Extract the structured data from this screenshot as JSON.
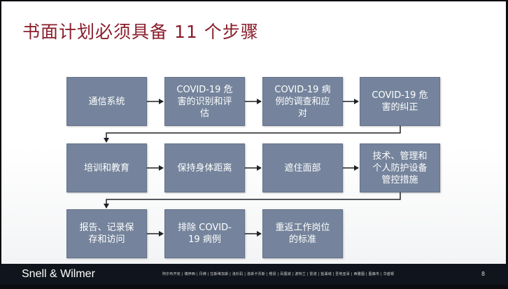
{
  "slide": {
    "title": "书面计划必须具备 11 个步骤",
    "steps": [
      {
        "lines": [
          "通信系统"
        ]
      },
      {
        "lines": [
          "COVID-19 危",
          "害的识别和评",
          "估"
        ]
      },
      {
        "lines": [
          "COVID-19 病",
          "例的调查和应",
          "对"
        ]
      },
      {
        "lines": [
          "COVID-19 危",
          "害的纠正"
        ]
      },
      {
        "lines": [
          "培训和教育"
        ]
      },
      {
        "lines": [
          "保持身体距离"
        ]
      },
      {
        "lines": [
          "遮住面部"
        ]
      },
      {
        "lines": [
          "技术、管理和",
          "个人防护设备",
          "管控措施"
        ]
      },
      {
        "lines": [
          "报告、记录保",
          "存和访问"
        ]
      },
      {
        "lines": [
          "排除 COVID-",
          "19 病例"
        ]
      },
      {
        "lines": [
          "重返工作岗位",
          "的标准"
        ]
      }
    ]
  },
  "footer": {
    "brand": "Snell & Wilmer",
    "offices": "阿尔布开克 | 博伊西 | 丹佛 | 拉斯维加斯 | 洛杉矶 | 洛斯卡沃斯 | 橙县 | 凤凰城 | 波特兰 | 雷诺 | 盐湖城 | 圣地亚哥 | 西雅图 | 图森市 | 华盛顿",
    "page_number": "8"
  },
  "colors": {
    "title": "#8a1e2c",
    "box_fill": "#75849c",
    "footer_bg": "#10151d"
  }
}
